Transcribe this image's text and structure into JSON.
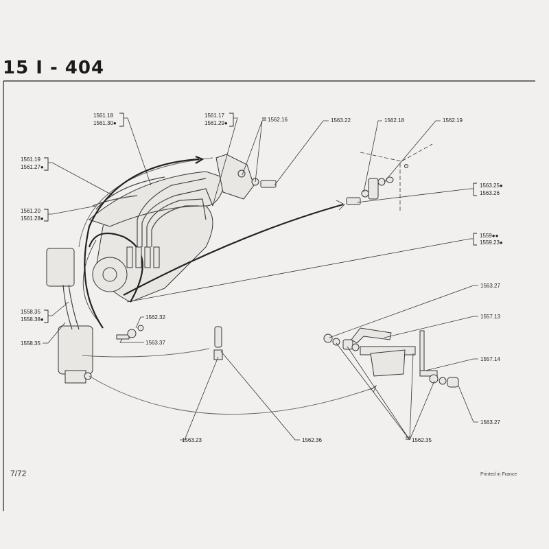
{
  "header": {
    "title": "15 I - 404"
  },
  "labels": {
    "l1561_18": "1561.18",
    "l1561_30": "1561.30●",
    "l1561_17": "1561.17",
    "l1561_29": "1561.29●",
    "l1562_16": "1562.16",
    "l1563_22": "1563.22",
    "l1562_18": "1562.18",
    "l1562_19": "1562.19",
    "l1561_19": "1561.19",
    "l1561_27": "1561.27●",
    "l1561_20": "1561.20",
    "l1561_28": "1561.28●",
    "l1563_25": "1563.25●",
    "l1563_26": "1563.26",
    "l1559": "1559●●",
    "l1559_23": "1559.23●",
    "l1563_27a": "1563.27",
    "l1557_13": "1557.13",
    "l1557_14": "1557.14",
    "l1563_27b": "1563.27",
    "l1558_35a": "1558.35",
    "l1558_38": "1558.38●",
    "l1558_35b": "1558.35",
    "l1562_32": "1562.32",
    "l1563_37": "1563.37",
    "l1563_23": "1563.23",
    "l1562_36": "1562.36",
    "l1562_35": "1562.35"
  },
  "footer": {
    "page": "7/72",
    "printed": "Printed in France"
  }
}
